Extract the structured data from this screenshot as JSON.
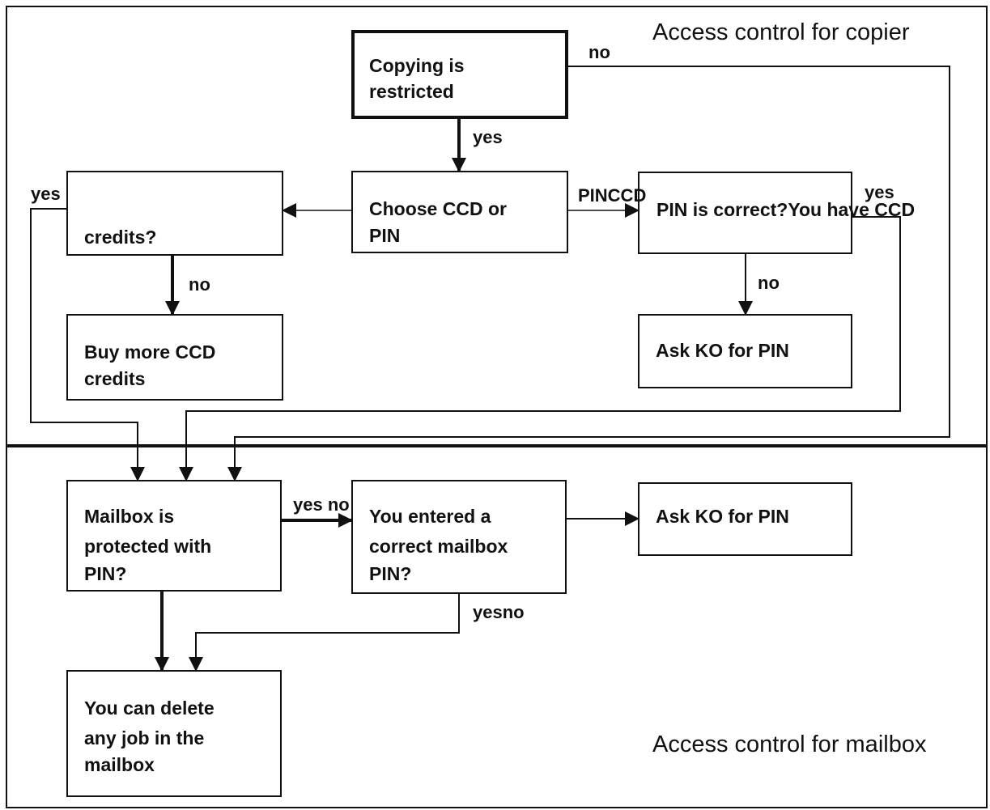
{
  "sections": {
    "copier_title": "Access control for copier",
    "mailbox_title": "Access control for mailbox"
  },
  "nodes": {
    "copying_restricted": {
      "line1": "Copying is",
      "line2": "restricted"
    },
    "choose_ccd_or_pin": {
      "line1": "Choose CCD or",
      "line2": "PIN"
    },
    "ccd_credits": {
      "line1": "credits?"
    },
    "buy_more_ccd_credits": {
      "line1": "Buy more CCD",
      "line2": "credits"
    },
    "pin_correct": {
      "line1": "PIN is correct?You have CCD"
    },
    "ask_ko_for_pin_copier": {
      "line1": "Ask KO for PIN"
    },
    "mailbox_protected": {
      "line1": "Mailbox is",
      "line2": "protected with",
      "line3": "PIN?"
    },
    "entered_mailbox_pin": {
      "line1": "You entered a",
      "line2": "correct mailbox",
      "line3": "PIN?"
    },
    "ask_ko_for_pin_mailbox": {
      "line1": "Ask KO for PIN"
    },
    "can_delete_job": {
      "line1": "You can delete",
      "line2": "any job in the",
      "line3": "mailbox"
    }
  },
  "edge_labels": {
    "restricted_no": "no",
    "restricted_yes": "yes",
    "choose_pinccd": "PINCCD",
    "credits_yes": "yes",
    "credits_no": "no",
    "pin_yes": "yes",
    "pin_no": "no",
    "mailbox_yes_no": "yes no",
    "entered_yesno": "yesno"
  }
}
